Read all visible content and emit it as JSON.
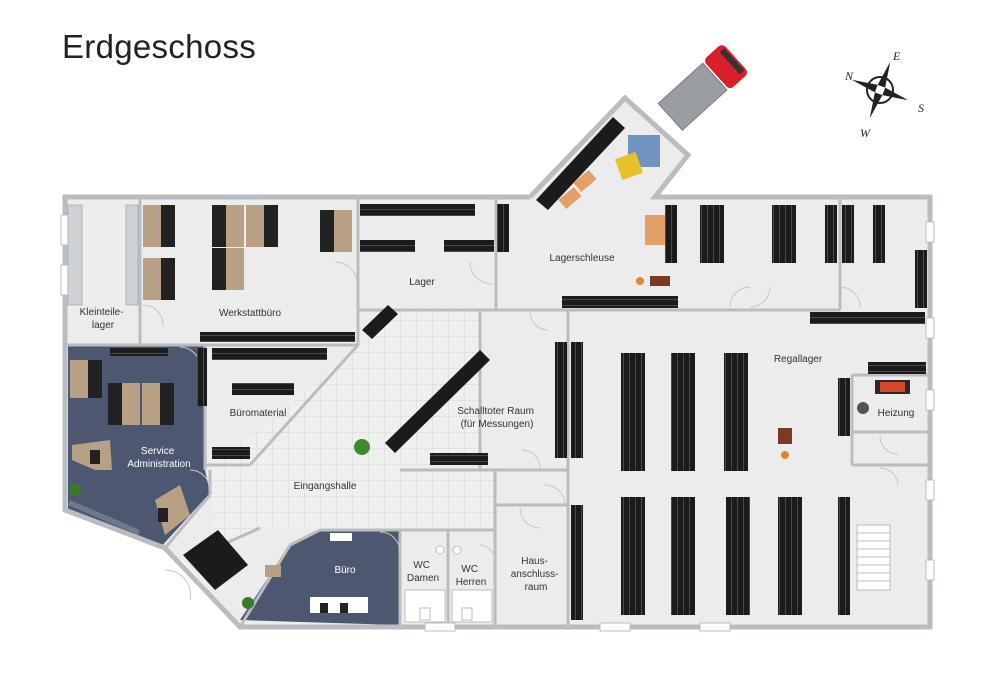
{
  "title": "Erdgeschoss",
  "compass": {
    "n": "N",
    "e": "E",
    "s": "S",
    "w": "W"
  },
  "rooms": {
    "kleinteilelager": [
      "Kleinteile-",
      "lager"
    ],
    "werkstattbuero": [
      "Werkstattbüro"
    ],
    "lager": [
      "Lager"
    ],
    "lagerschleuse": [
      "Lagerschleuse"
    ],
    "regallager": [
      "Regallager"
    ],
    "heizung": [
      "Heizung"
    ],
    "bueromaterial": [
      "Büromaterial"
    ],
    "service_administration": [
      "Service",
      "Administration"
    ],
    "schalltoter_raum": [
      "Schalltoter Raum",
      "(für Messungen)"
    ],
    "eingangshalle": [
      "Eingangshalle"
    ],
    "buero": [
      "Büro"
    ],
    "wc_damen": [
      "WC",
      "Damen"
    ],
    "wc_herren": [
      "WC",
      "Herren"
    ],
    "hausanschlussraum": [
      "Haus-",
      "anschluss-",
      "raum"
    ]
  },
  "colors": {
    "floor": "#ececec",
    "wall": "#b9bcc0",
    "hall_tile": "#e9ecea",
    "office_floor": "#4d5870",
    "shelf": "#1d1d1d",
    "truck": "#d9202a",
    "text": "#333333"
  }
}
